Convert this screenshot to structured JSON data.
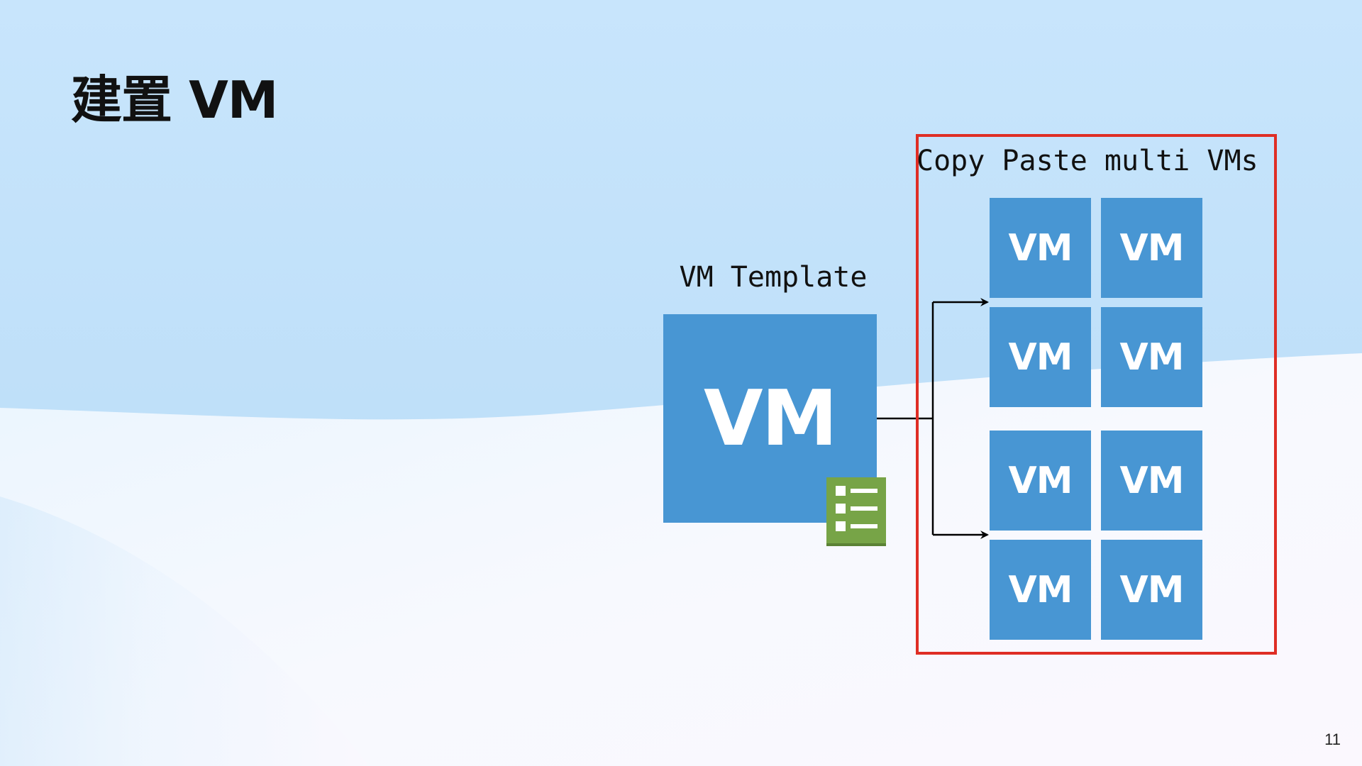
{
  "slide": {
    "title": "建置 VM",
    "page_number": "11"
  },
  "diagram": {
    "template_label": "VM Template",
    "template_box_label": "VM",
    "template_badge_icon": "list-icon",
    "copy_label": "Copy Paste multi VMs",
    "vm_instances": [
      "VM",
      "VM",
      "VM",
      "VM",
      "VM",
      "VM",
      "VM",
      "VM"
    ]
  },
  "colors": {
    "vm_blue": "#4896d3",
    "badge_green": "#77a447",
    "frame_red": "#df2e25",
    "background_blue": "#c9e6fc"
  }
}
